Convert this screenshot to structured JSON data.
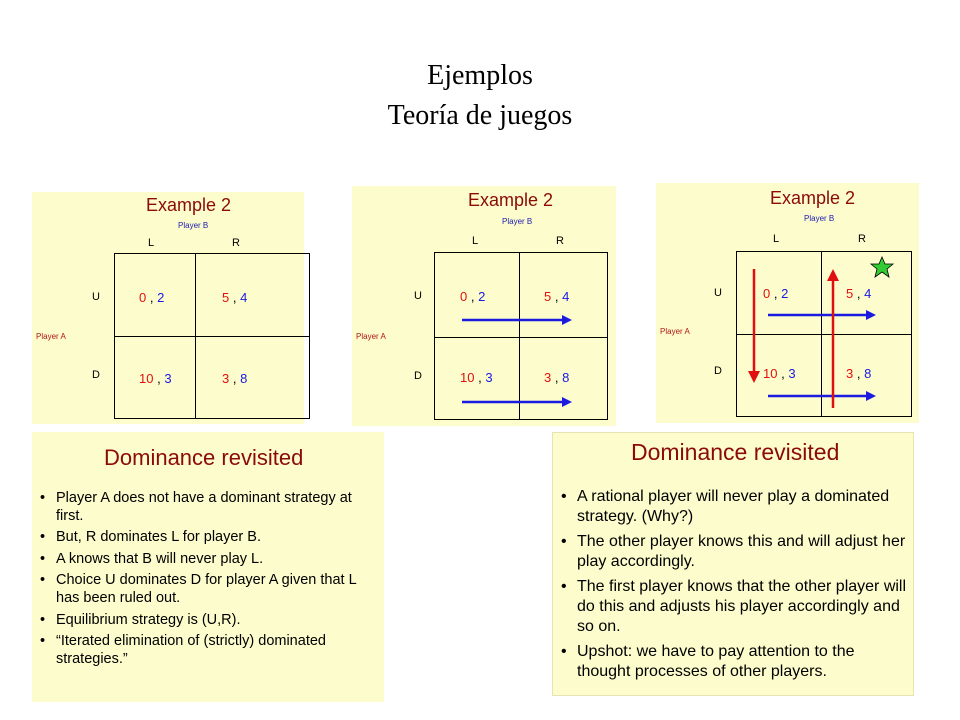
{
  "slide": {
    "title_line1": "Ejemplos",
    "title_line2": "Teoría de juegos"
  },
  "example": {
    "title": "Example 2",
    "player_b": "Player B",
    "player_a": "Player A",
    "col_left": "L",
    "col_right": "R",
    "row_up": "U",
    "row_down": "D",
    "cells": {
      "ul_a": "0",
      "ul_b": "2",
      "ur_a": "5",
      "ur_b": "4",
      "dl_a": "10",
      "dl_b": "3",
      "dr_a": "3",
      "dr_b": "8"
    },
    "separator": " , "
  },
  "colors": {
    "payoff_a": "#e01010",
    "payoff_b": "#1a1ae0",
    "heading": "#8b0a0a",
    "panel_bg": "#fdfccc"
  },
  "icons": [
    "green-star-icon",
    "arrow-right-icon",
    "arrow-down-icon",
    "arrow-up-icon"
  ],
  "dominance_left": {
    "title": "Dominance revisited",
    "bullets": [
      "Player A does not have a dominant strategy at first.",
      "But, R dominates L for player B.",
      "A knows that B will never play L.",
      "Choice U dominates D for player A given that L has been ruled out.",
      "Equilibrium strategy is (U,R).",
      "“Iterated elimination of (strictly) dominated strategies.”"
    ]
  },
  "dominance_right": {
    "title": "Dominance revisited",
    "bullets": [
      "A rational player will never play a dominated strategy.  (Why?)",
      "The other player knows this and will adjust her play accordingly.",
      "The first player knows that the other player will do this and adjusts his player accordingly and so on.",
      "Upshot: we have to pay attention to the thought processes of other players."
    ]
  }
}
